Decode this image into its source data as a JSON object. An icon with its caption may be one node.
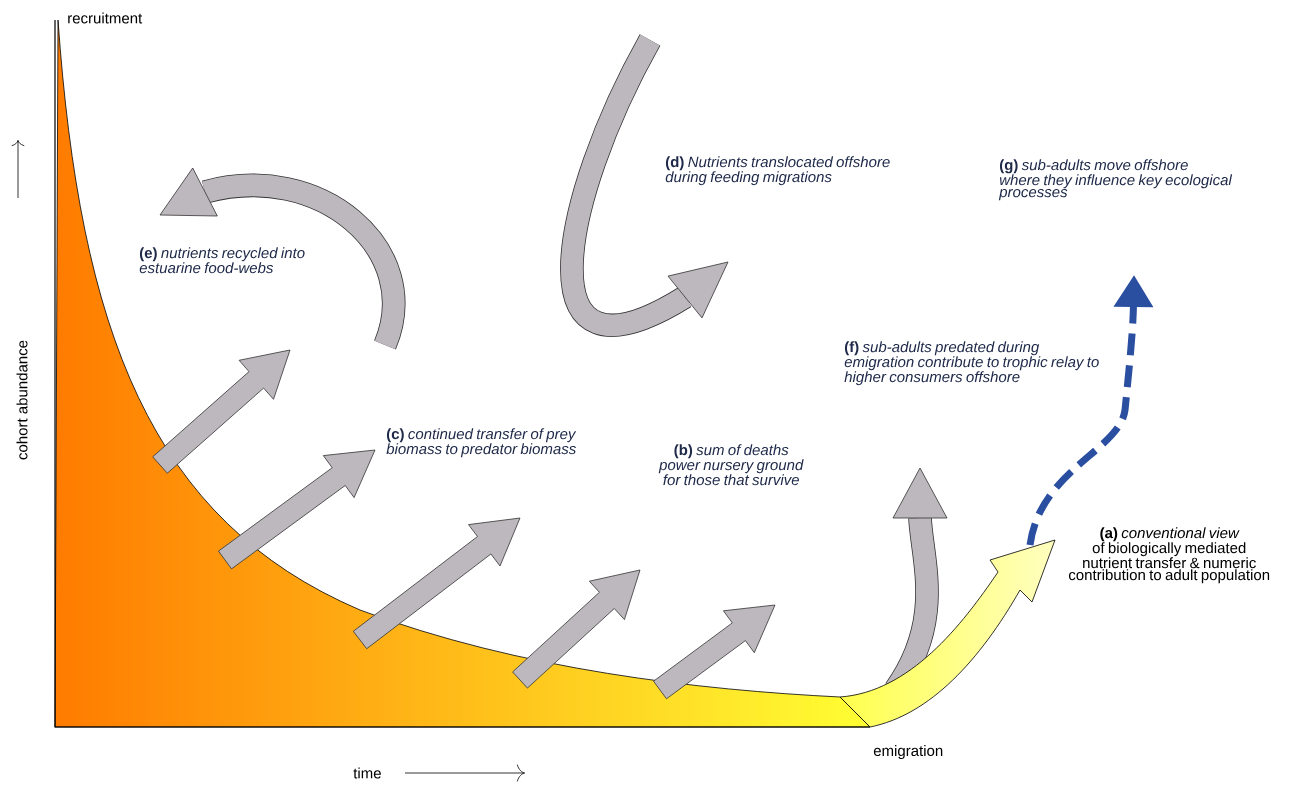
{
  "diagram": {
    "labels": [
      "recruitment",
      "cohort abundance",
      "time",
      "emigration",
      "**(e)** *nutrients recycled into estuarine food-webs*",
      "**(d)** *Nutrients translocated offshore during feeding migrations*",
      "**(g)** *sub-adults move offshore where they influence key ecological processes*",
      "**(c)** *continued transfer of prey biomass to predator biomass*",
      "**(b)** *sum of deaths power nursery ground for those that survive*",
      "**(f)** *sub-adults predated during emigration contribute to trophic relay to higher consumers offshore*",
      "**(a)** *conventional view* of biologically mediated nutrient transfer & numeric contribution to adult population"
    ]
  }
}
